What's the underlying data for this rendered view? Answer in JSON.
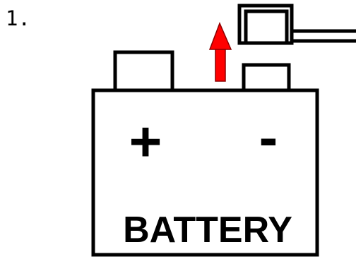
{
  "step": {
    "number": "1."
  },
  "battery": {
    "label": "BATTERY",
    "positive_symbol": "+",
    "negative_symbol": "-"
  },
  "arrow": {
    "direction": "up",
    "color": "#ff0000"
  },
  "colors": {
    "stroke": "#000000",
    "background": "#ffffff"
  }
}
